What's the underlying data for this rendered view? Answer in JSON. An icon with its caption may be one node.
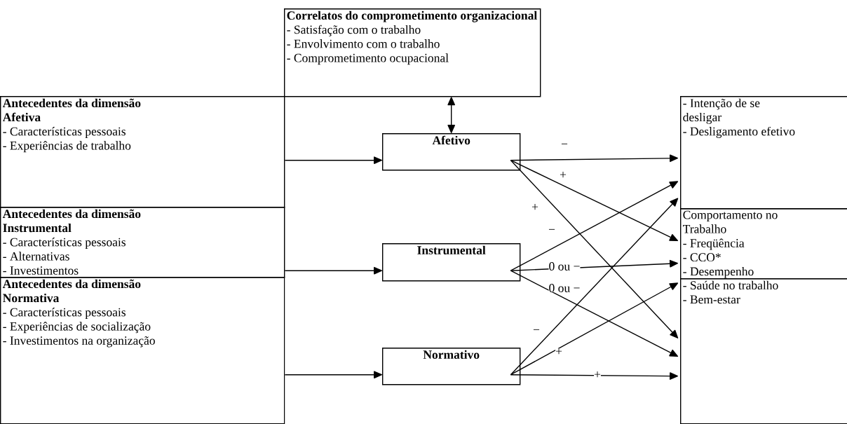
{
  "diagram": {
    "nodes": [
      {
        "text": [
          "Correlatos do comprometimento organizacional",
          "- Satisfação com o trabalho",
          "- Envolvimento com o trabalho",
          "- Comprometimento ocupacional"
        ]
      },
      {
        "text": [
          "Antecedentes da dimensão Afetiva",
          "- Características pessoais",
          "- Experiências de trabalho"
        ]
      },
      {
        "text": [
          "Antecedentes da dimensão Instrumental",
          "- Características pessoais",
          "- Alternativas",
          "- Investimentos"
        ]
      },
      {
        "text": [
          "Antecedentes da dimensão Normativa",
          "- Características pessoais",
          "- Experiências de socialização",
          "- Investimentos na organização"
        ]
      },
      {
        "text": [
          "Afetivo"
        ]
      },
      {
        "text": [
          "Instrumental"
        ]
      },
      {
        "text": [
          "Normativo"
        ]
      },
      {
        "text": [
          "- Intenção de se desligar",
          "- Desligamento efetivo"
        ]
      },
      {
        "text": [
          "Comportamento no Trabalho",
          "- Freqüência",
          "- CCO*",
          "- Desempenho"
        ]
      },
      {
        "text": [
          "- Saúde no trabalho",
          "- Bem-estar"
        ]
      }
    ],
    "edges": [
      {
        "from": 0,
        "to": 4,
        "arrow": "both"
      },
      {
        "from": 1,
        "to": 4,
        "arrow": "to"
      },
      {
        "from": 2,
        "to": 5,
        "arrow": "to"
      },
      {
        "from": 3,
        "to": 6,
        "arrow": "to"
      },
      {
        "from": 4,
        "to": 7,
        "arrow": "to",
        "label": "−"
      },
      {
        "from": 4,
        "to": 8,
        "arrow": "to",
        "label": "+"
      },
      {
        "from": 4,
        "to": 9,
        "arrow": "to",
        "label": "+"
      },
      {
        "from": 5,
        "to": 7,
        "arrow": "to",
        "label": "−"
      },
      {
        "from": 5,
        "to": 8,
        "arrow": "to",
        "label": "0 ou −"
      },
      {
        "from": 5,
        "to": 9,
        "arrow": "to",
        "label": "0 ou −"
      },
      {
        "from": 6,
        "to": 7,
        "arrow": "to",
        "label": "−"
      },
      {
        "from": 6,
        "to": 8,
        "arrow": "to",
        "label": "+"
      },
      {
        "from": 6,
        "to": 9,
        "arrow": "to",
        "label": "+"
      }
    ]
  }
}
